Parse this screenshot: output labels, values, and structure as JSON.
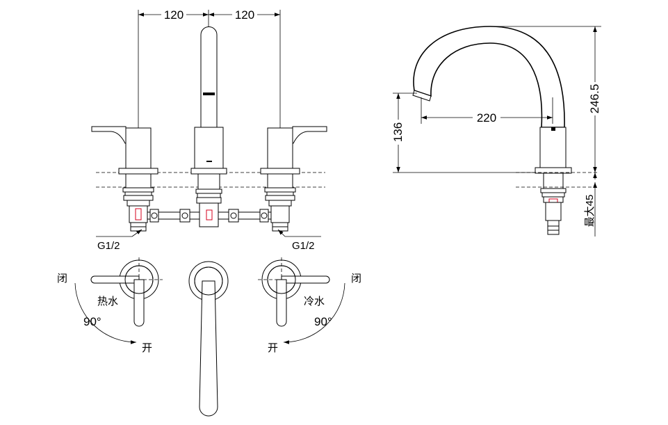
{
  "dimensions": {
    "spacing_left": "120",
    "spacing_right": "120",
    "spout_reach": "220",
    "spout_height_side": "136",
    "total_height": "246.5",
    "max_deck": "最大45"
  },
  "labels": {
    "thread_left": "G1/2",
    "thread_right": "G1/2",
    "closed_left": "闭",
    "closed_right": "闭",
    "open_left": "开",
    "open_right": "开",
    "hot_water": "热水",
    "cold_water": "冷水",
    "angle_left": "90°",
    "angle_right": "90°"
  },
  "colors": {
    "lines": "#000000",
    "accent": "#d6001c",
    "background": "#ffffff"
  }
}
